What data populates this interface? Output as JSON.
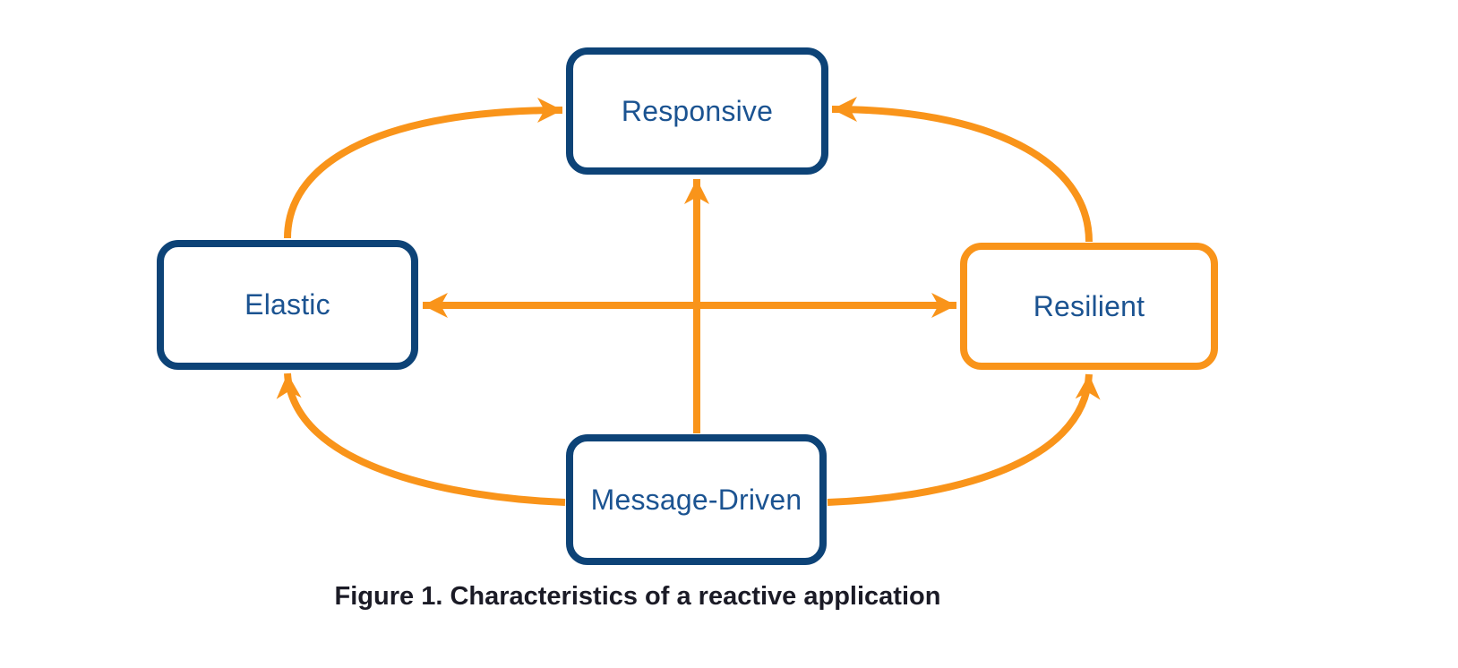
{
  "diagram": {
    "caption": "Figure 1. Characteristics of a reactive application",
    "nodes": [
      {
        "id": "responsive",
        "label": "Responsive"
      },
      {
        "id": "elastic",
        "label": "Elastic"
      },
      {
        "id": "resilient",
        "label": "Resilient"
      },
      {
        "id": "message-driven",
        "label": "Message-Driven"
      }
    ],
    "edges": [
      {
        "from": "elastic",
        "to": "responsive",
        "type": "arrow"
      },
      {
        "from": "resilient",
        "to": "responsive",
        "type": "arrow"
      },
      {
        "from": "message-driven",
        "to": "responsive",
        "type": "arrow"
      },
      {
        "from": "message-driven",
        "to": "elastic",
        "type": "arrow"
      },
      {
        "from": "message-driven",
        "to": "resilient",
        "type": "arrow"
      },
      {
        "from": "elastic",
        "to": "resilient",
        "type": "double-arrow"
      }
    ],
    "colors": {
      "navy": "#0d4377",
      "orange": "#f9941a",
      "node_text": "#1b5391",
      "caption_text": "#1b1b26",
      "background": "#ffffff"
    }
  }
}
